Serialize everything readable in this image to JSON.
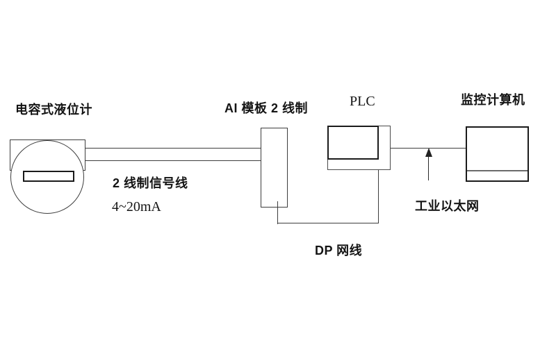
{
  "diagram": {
    "type": "system-wiring-diagram",
    "labels": {
      "level_meter": "电容式液位计",
      "signal_line": "2 线制信号线",
      "signal_range": "4~20mA",
      "ai_module": "AI 模板 2 线制",
      "plc": "PLC",
      "dp_cable": "DP 网线",
      "ethernet": "工业以太网",
      "computer": "监控计算机"
    },
    "flow": [
      {
        "from": "电容式液位计",
        "to": "AI 模板 2 线制",
        "via": "2 线制信号线 4~20mA"
      },
      {
        "from": "AI 模板 2 线制",
        "to": "PLC",
        "via": "DP 网线"
      },
      {
        "from": "PLC",
        "to": "监控计算机",
        "via": "工业以太网"
      }
    ],
    "colors": {
      "line": "#3c3c3c",
      "shape_border_dark": "#1a1a1a",
      "plc_outer_border": "#4a4a4a",
      "divider_gray": "#6a6a6a",
      "text": "#141414",
      "background": "#ffffff"
    }
  }
}
